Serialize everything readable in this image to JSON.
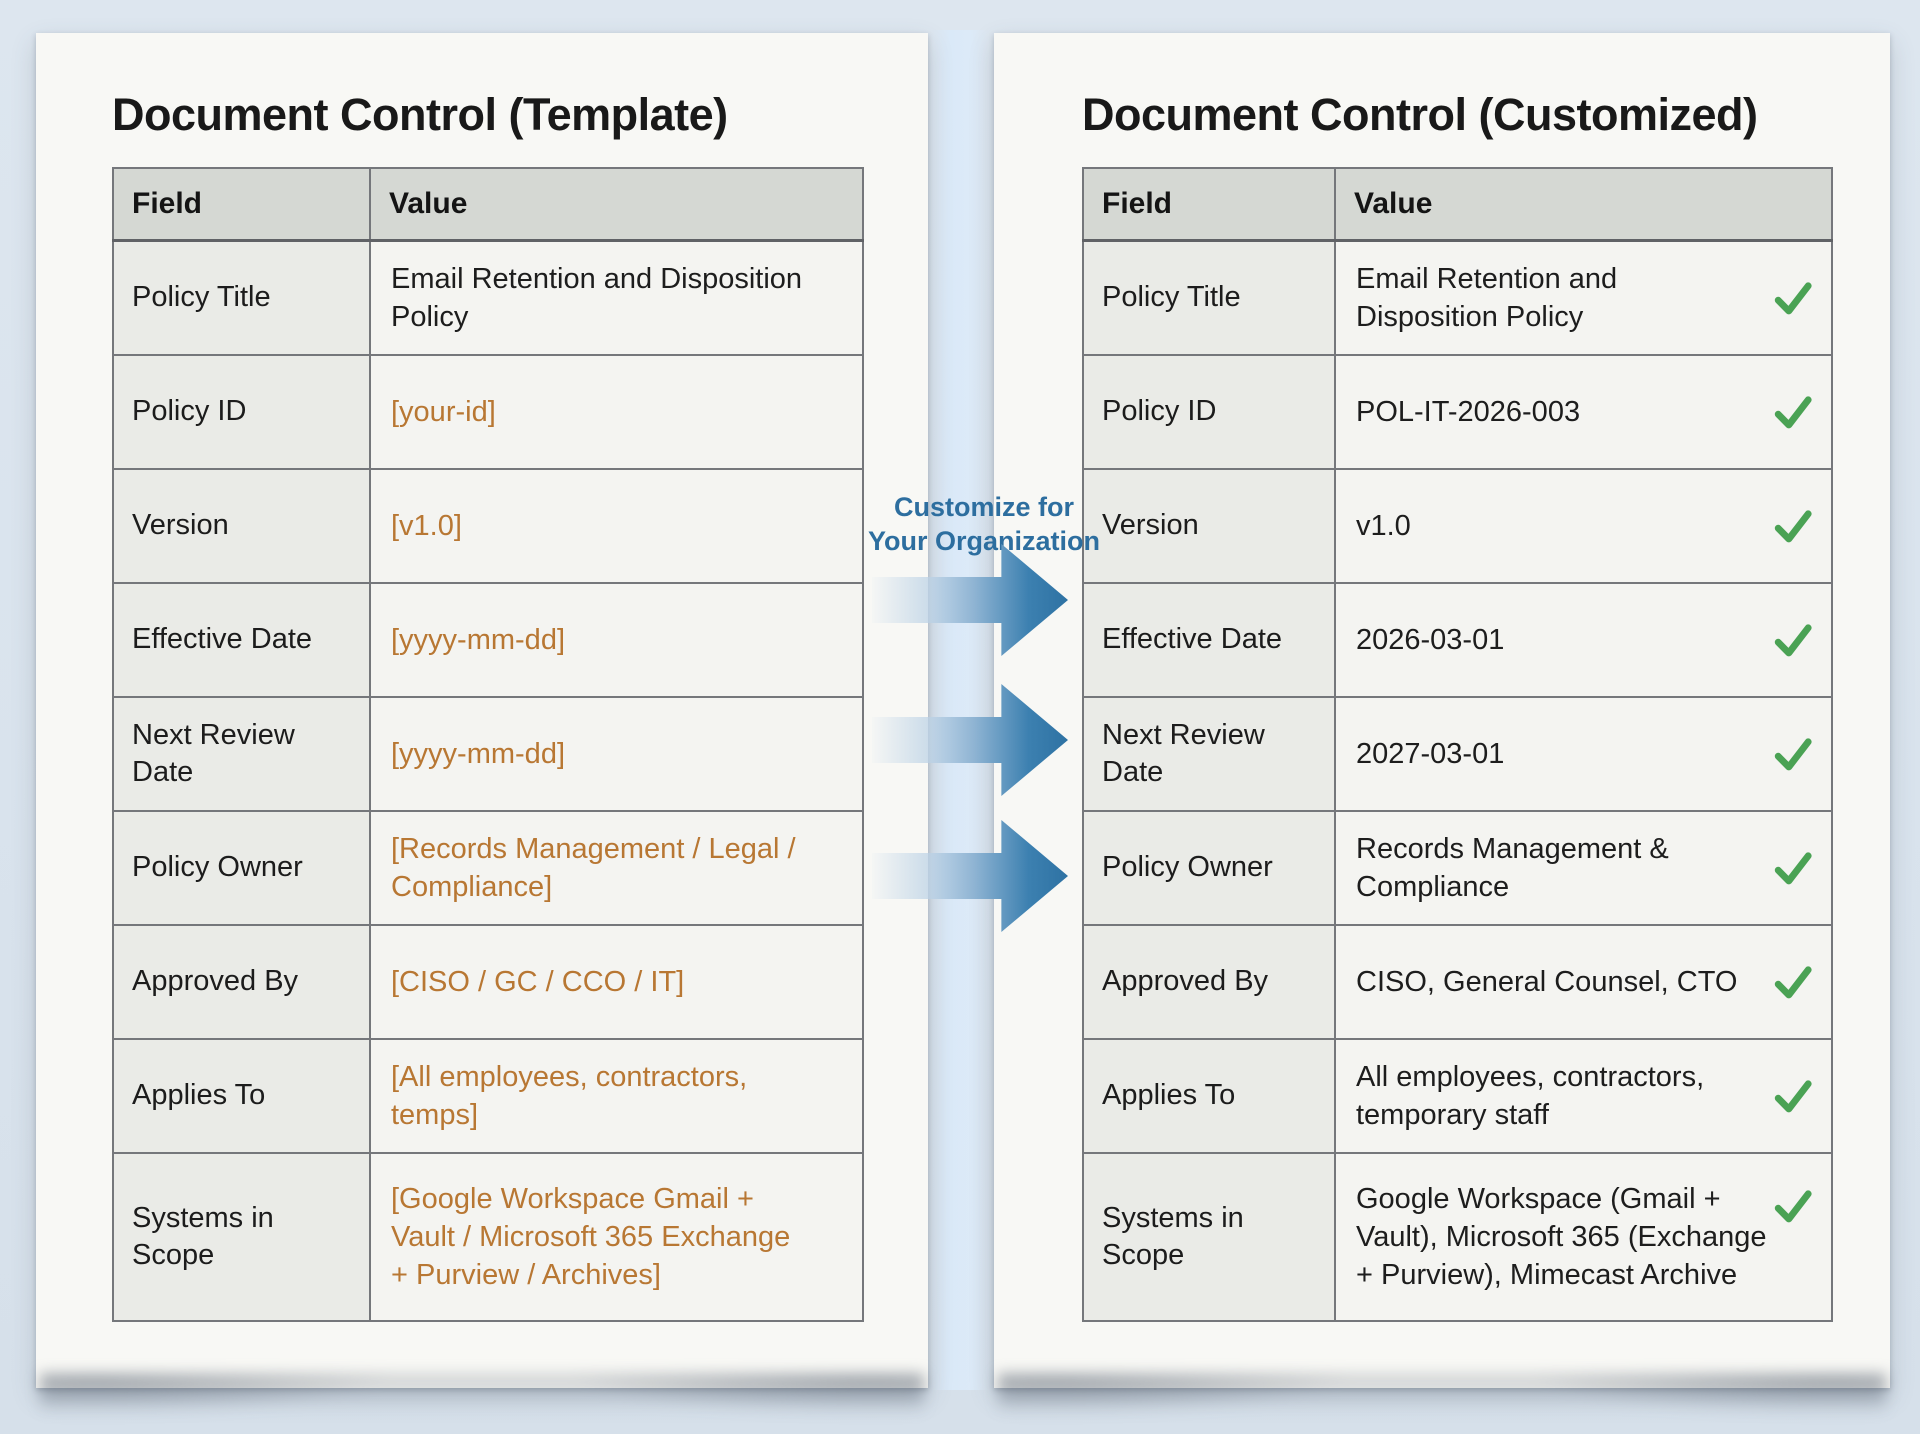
{
  "left_panel": {
    "title": "Document Control (Template)",
    "table": {
      "headers": [
        "Field",
        "Value"
      ],
      "rows": [
        {
          "field": "Policy Title",
          "value": "Email Retention and Disposition\nPolicy",
          "placeholder": false
        },
        {
          "field": "Policy ID",
          "value": "[your-id]",
          "placeholder": true
        },
        {
          "field": "Version",
          "value": "[v1.0]",
          "placeholder": true
        },
        {
          "field": "Effective Date",
          "value": "[yyyy-mm-dd]",
          "placeholder": true
        },
        {
          "field": "Next Review Date",
          "value": "[yyyy-mm-dd]",
          "placeholder": true
        },
        {
          "field": "Policy Owner",
          "value": "[Records Management / Legal /\nCompliance]",
          "placeholder": true
        },
        {
          "field": "Approved By",
          "value": "[CISO / GC / CCO / IT]",
          "placeholder": true
        },
        {
          "field": "Applies To",
          "value": "[All employees, contractors,\ntemps]",
          "placeholder": true
        },
        {
          "field": "Systems in Scope",
          "value": "[Google Workspace Gmail +\nVault / Microsoft 365 Exchange\n+ Purview / Archives]",
          "placeholder": true
        }
      ]
    }
  },
  "connector": {
    "label_line1": "Customize for",
    "label_line2": "Your Organization",
    "arrow_count": 3
  },
  "right_panel": {
    "title": "Document Control (Customized)",
    "table": {
      "headers": [
        "Field",
        "Value"
      ],
      "rows": [
        {
          "field": "Policy Title",
          "value": "Email Retention and\nDisposition Policy",
          "checked": true
        },
        {
          "field": "Policy ID",
          "value": "POL-IT-2026-003",
          "checked": true
        },
        {
          "field": "Version",
          "value": "v1.0",
          "checked": true
        },
        {
          "field": "Effective Date",
          "value": "2026-03-01",
          "checked": true
        },
        {
          "field": "Next Review Date",
          "value": "2027-03-01",
          "checked": true
        },
        {
          "field": "Policy Owner",
          "value": "Records Management &\nCompliance",
          "checked": true
        },
        {
          "field": "Approved By",
          "value": "CISO, General Counsel, CTO",
          "checked": true
        },
        {
          "field": "Applies To",
          "value": "All employees, contractors,\ntemporary staff",
          "checked": true
        },
        {
          "field": "Systems in Scope",
          "value": "Google Workspace (Gmail +\nVault), Microsoft 365 (Exchange\n+ Purview), Mimecast Archive",
          "checked": true
        }
      ]
    }
  },
  "colors": {
    "background": "#d9e3ed",
    "page": "#f8f8f5",
    "header_bg": "#d5d8d3",
    "field_bg": "#eaebe7",
    "value_bg": "#f4f4f1",
    "border": "#75777b",
    "placeholder_text": "#b87733",
    "check_green": "#4aa254",
    "arrow_blue": "#2e72a3",
    "label_blue": "#2d6e9f"
  }
}
